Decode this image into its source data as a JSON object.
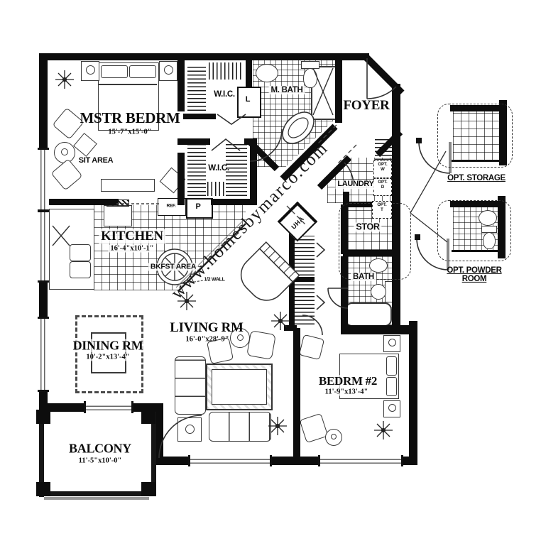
{
  "watermark": "www.homesbymarco.com",
  "rooms": {
    "master_bedroom": {
      "name": "MSTR BEDRM",
      "dims": "15'-7\"x15'-0\""
    },
    "sit_area": {
      "name": "SIT AREA"
    },
    "walk_in_closet_1": {
      "name": "W.I.C."
    },
    "walk_in_closet_2": {
      "name": "W.I.C."
    },
    "master_bath": {
      "name": "M. BATH"
    },
    "foyer": {
      "name": "FOYER"
    },
    "laundry": {
      "name": "LAUNDRY"
    },
    "storage": {
      "name": "STOR"
    },
    "bath": {
      "name": "BATH"
    },
    "kitchen": {
      "name": "KITCHEN",
      "dims": "16'-4\"x10'-1\""
    },
    "breakfast_area": {
      "name": "BKFST AREA"
    },
    "dining_room": {
      "name": "DINING RM",
      "dims": "10'-2\"x13'-4\""
    },
    "living_room": {
      "name": "LIVING RM",
      "dims": "16'-0\"x28'-9\""
    },
    "bedroom_2": {
      "name": "BEDRM #2",
      "dims": "11'-9\"x13'-4\""
    },
    "balcony": {
      "name": "BALCONY",
      "dims": "11'-5\"x10'-0\""
    },
    "opt_storage": {
      "name": "OPT. STORAGE"
    },
    "opt_powder_room": {
      "name": "OPT. POWDER ROOM"
    }
  },
  "labels": {
    "linen": "L",
    "pantry": "P",
    "refrigerator": "REF.",
    "utility": "UHA",
    "opt_washer": "OPT.\nW",
    "opt_dryer": "OPT.\nD",
    "opt_tub": "OPT.\nT",
    "half_wall": "1/2 WALL"
  }
}
